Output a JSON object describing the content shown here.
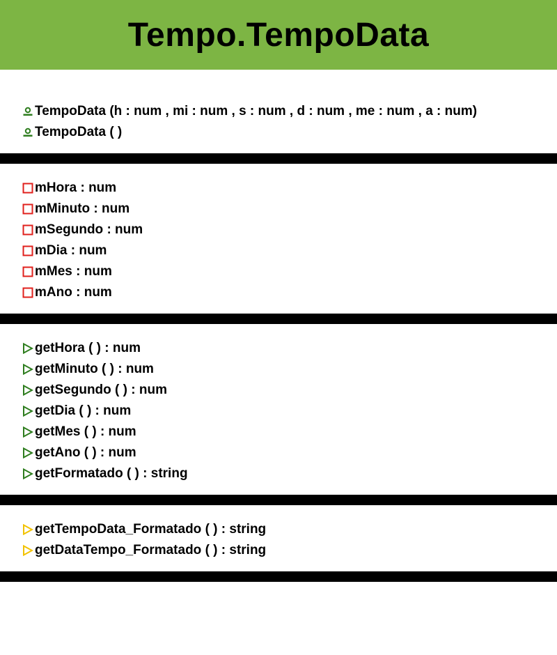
{
  "class_name": "Tempo.TempoData",
  "colors": {
    "header": "#7db544",
    "constructor_icon": "#2e7d1e",
    "field_icon": "#e0201c",
    "method_icon": "#2e7d1e",
    "static_method_icon": "#f2c200",
    "divider": "#000000"
  },
  "constructors": [
    {
      "icon": "constructor-icon",
      "label": "TempoData (h : num , mi : num , s : num , d : num , me : num , a : num)"
    },
    {
      "icon": "constructor-icon",
      "label": "TempoData ( )"
    }
  ],
  "fields": [
    {
      "icon": "private-field-icon",
      "label": "mHora : num"
    },
    {
      "icon": "private-field-icon",
      "label": "mMinuto : num"
    },
    {
      "icon": "private-field-icon",
      "label": "mSegundo : num"
    },
    {
      "icon": "private-field-icon",
      "label": "mDia : num"
    },
    {
      "icon": "private-field-icon",
      "label": "mMes : num"
    },
    {
      "icon": "private-field-icon",
      "label": "mAno : num"
    }
  ],
  "methods": [
    {
      "icon": "public-method-icon",
      "label": "getHora ( ) : num"
    },
    {
      "icon": "public-method-icon",
      "label": "getMinuto ( ) : num"
    },
    {
      "icon": "public-method-icon",
      "label": "getSegundo ( ) : num"
    },
    {
      "icon": "public-method-icon",
      "label": "getDia ( ) : num"
    },
    {
      "icon": "public-method-icon",
      "label": "getMes ( ) : num"
    },
    {
      "icon": "public-method-icon",
      "label": "getAno ( ) : num"
    },
    {
      "icon": "public-method-icon",
      "label": "getFormatado ( ) : string"
    }
  ],
  "static_methods": [
    {
      "icon": "static-method-icon",
      "label": "getTempoData_Formatado ( ) : string"
    },
    {
      "icon": "static-method-icon",
      "label": "getDataTempo_Formatado ( ) : string"
    }
  ]
}
